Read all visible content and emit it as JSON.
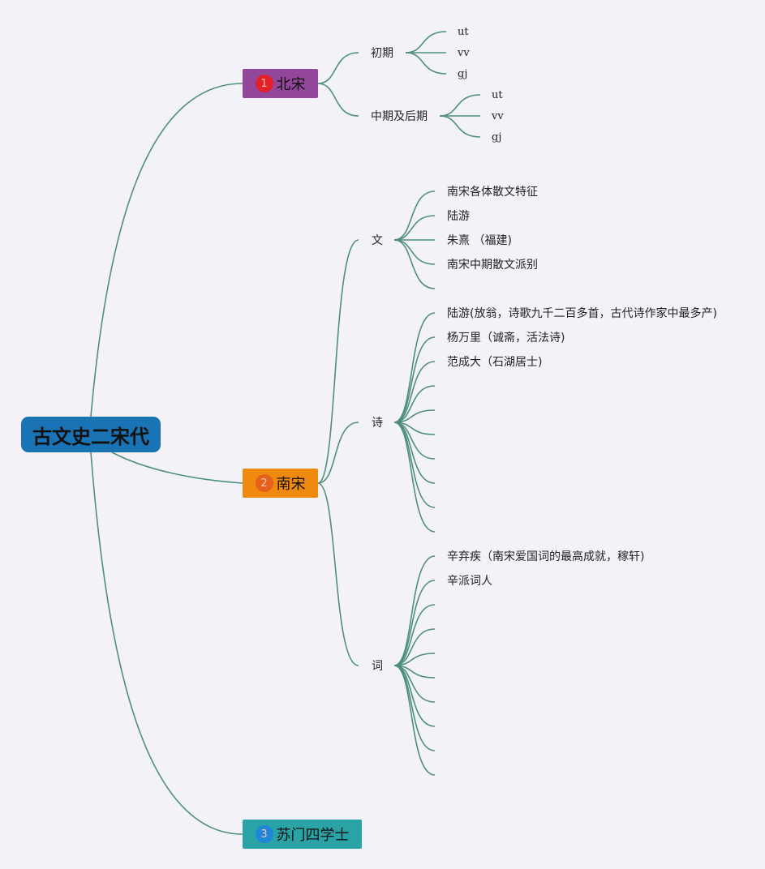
{
  "colors": {
    "background": "#f3f2f9",
    "link": "#4f8f7d",
    "root": "#1a73b5",
    "beisong": "#93479a",
    "nansong": "#f0890f",
    "sumen": "#2aa3a7",
    "badge_beisong": "#e3202a",
    "badge_nansong": "#e5601a",
    "badge_sumen": "#1f86d8"
  },
  "root": {
    "label": "古文史二宋代"
  },
  "branches": {
    "beisong": {
      "badge": "1",
      "label": "北宋",
      "early": {
        "label": "初期",
        "leaves": [
          "ut",
          "vv",
          "gj"
        ]
      },
      "mid": {
        "label": "中期及后期",
        "leaves": [
          "ut",
          "vv",
          "gj"
        ]
      }
    },
    "nansong": {
      "badge": "2",
      "label": "南宋",
      "wen": {
        "label": "文",
        "leaves": [
          "南宋各体散文特征",
          "陆游",
          "朱熹 （福建)",
          "南宋中期散文派别"
        ]
      },
      "shi": {
        "label": "诗",
        "leaves": [
          "陆游(放翁，诗歌九千二百多首，古代诗作家中最多产)",
          "杨万里（诚斋，活法诗)",
          "范成大（石湖居士)"
        ]
      },
      "ci": {
        "label": "词",
        "leaves": [
          "辛弃疾（南宋爱国词的最高成就，稼轩)",
          "辛派词人"
        ]
      }
    },
    "sumen": {
      "badge": "3",
      "label": "苏门四学士"
    }
  }
}
